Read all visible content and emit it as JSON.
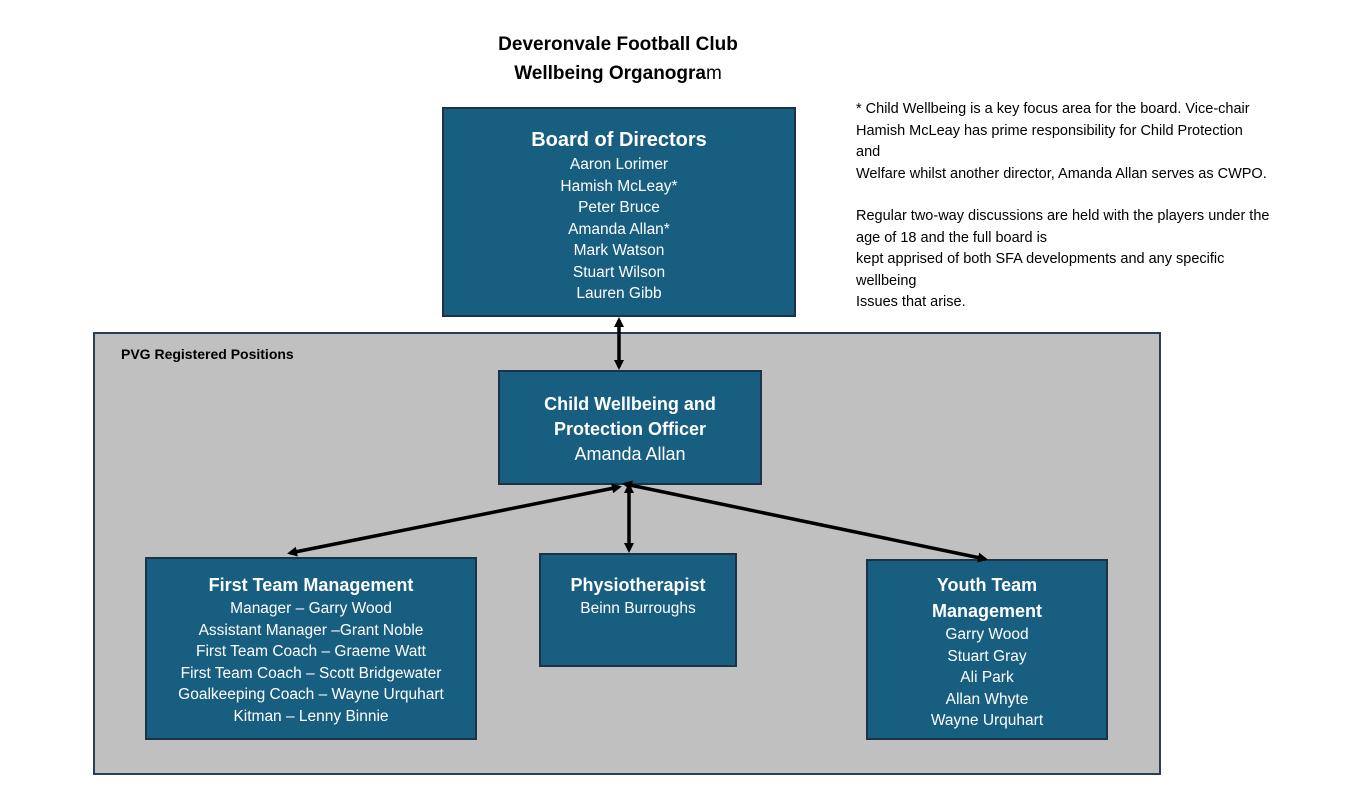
{
  "title": {
    "line1": "Deveronvale Football Club",
    "line2_bold": "Wellbeing Organogra",
    "line2_rest": "m"
  },
  "note": {
    "paragraph1": [
      "* Child Wellbeing is a key focus area for the board. Vice-chair",
      "Hamish McLeay has prime responsibility for Child Protection",
      "and",
      "Welfare whilst another director, Amanda Allan serves as CWPO."
    ],
    "paragraph2": [
      "Regular two-way discussions are held with the players under the",
      "age of 18 and the full board is",
      "kept apprised of both SFA developments and any specific",
      "wellbeing",
      "Issues that arise."
    ]
  },
  "pvg_label": "PVG Registered Positions",
  "board": {
    "heading": "Board of Directors",
    "members": [
      "Aaron Lorimer",
      "Hamish McLeay*",
      "Peter Bruce",
      "Amanda Allan*",
      "Mark Watson",
      "Stuart Wilson",
      "Lauren Gibb"
    ]
  },
  "cwpo": {
    "heading_line1": "Child Wellbeing and",
    "heading_line2": "Protection Officer",
    "name": "Amanda Allan"
  },
  "first_team": {
    "heading": "First Team Management",
    "members": [
      "Manager – Garry Wood",
      "Assistant Manager –Grant Noble",
      "First Team Coach – Graeme Watt",
      "First Team Coach – Scott Bridgewater",
      "Goalkeeping Coach – Wayne Urquhart",
      "Kitman – Lenny Binnie"
    ]
  },
  "physio": {
    "heading": "Physiotherapist",
    "members": [
      "Beinn Burroughs"
    ]
  },
  "youth_team": {
    "heading_line1": "Youth Team",
    "heading_line2": "Management",
    "members": [
      "Garry Wood",
      "Stuart Gray",
      "Ali Park",
      "Allan Whyte",
      "Wayne Urquhart"
    ]
  },
  "colors": {
    "box_fill": "#175e80",
    "box_border": "#1c3347",
    "pvg_fill": "#c0c0c0",
    "arrow": "#000000"
  }
}
